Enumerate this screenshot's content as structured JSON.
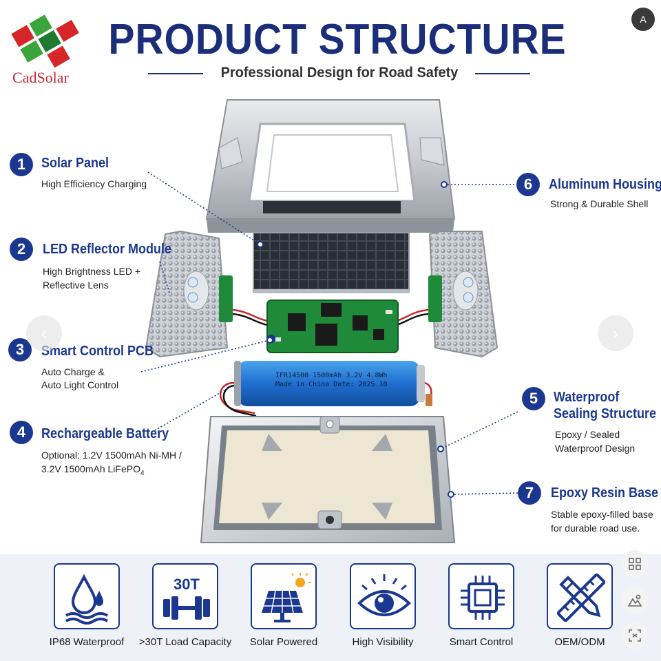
{
  "brand": {
    "name": "CadSolar"
  },
  "badge": {
    "label": "A"
  },
  "header": {
    "title": "PRODUCT STRUCTURE",
    "subtitle": "Professional Design for Road Safety"
  },
  "callouts": [
    {
      "number": "1",
      "title": "Solar Panel",
      "desc": [
        "High Efficiency Charging"
      ]
    },
    {
      "number": "2",
      "title": "LED Reflector Module",
      "desc": [
        "High Brightness LED +",
        "Reflective Lens"
      ]
    },
    {
      "number": "3",
      "title": "Smart Control PCB",
      "desc": [
        "Auto Charge &",
        "Auto Light Control"
      ]
    },
    {
      "number": "4",
      "title": "Rechargeable Battery",
      "desc": [
        "Optional: 1.2V 1500mAh Ni-MH /",
        "3.2V 1500mAh LiFePO",
        "4"
      ]
    },
    {
      "number": "5",
      "title": [
        "Waterproof",
        "Sealing Structure"
      ],
      "desc": [
        "Epoxy / Sealed",
        "Waterproof Design"
      ]
    },
    {
      "number": "6",
      "title": "Aluminum Housing",
      "desc": [
        "Strong & Durable Shell"
      ]
    },
    {
      "number": "7",
      "title": "Epoxy Resin Base",
      "desc": [
        "Stable epoxy-filled base",
        "for durable road use."
      ]
    }
  ],
  "battery": {
    "line1": "IFR14500 1500mAh 3.2V 4.8Wh",
    "line2": "Made in China Date: 2025.10"
  },
  "features": [
    {
      "label": "IP68 Waterproof",
      "icon": "water-drop-icon"
    },
    {
      "label": ">30T Load Capacity",
      "icon": "dumbbell-icon",
      "badge": "30T"
    },
    {
      "label": "Solar Powered",
      "icon": "solar-panel-icon"
    },
    {
      "label": "High Visibility",
      "icon": "eye-icon"
    },
    {
      "label": "Smart Control",
      "icon": "chip-icon"
    },
    {
      "label": "OEM/ODM",
      "icon": "pencil-ruler-icon"
    }
  ],
  "nav": {
    "prev": "‹",
    "next": "›"
  },
  "colors": {
    "brand_blue": "#1b3790",
    "title_blue": "#1b2e7a",
    "logo_red": "#c8282c",
    "logo_green": "#3aa53a",
    "pcb_green": "#1e8a3a"
  }
}
